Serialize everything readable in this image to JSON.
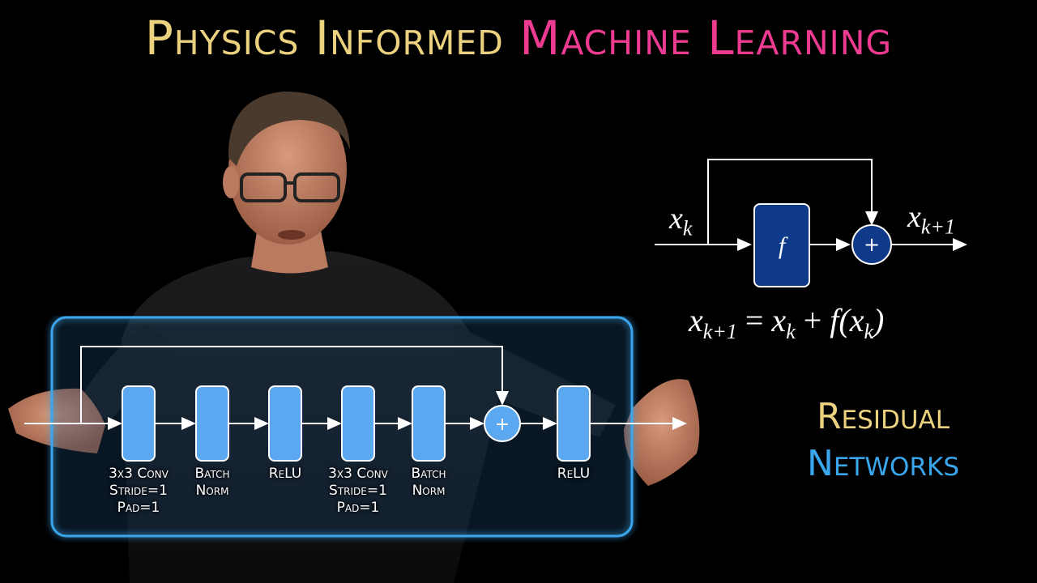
{
  "title": {
    "part1": "Physics Informed",
    "part2": "Machine Learning"
  },
  "colors": {
    "title_gold": "#ecd27f",
    "title_pink": "#ee3b92",
    "box_blue": "#5ba7f0",
    "frame_blue": "#3aa6ee",
    "navy_block": "#0f3a8a"
  },
  "residual_block": {
    "input_label": "x",
    "input_sub": "k",
    "output_label": "x",
    "output_sub": "k+1",
    "block_label": "f",
    "sum_symbol": "+",
    "equation": {
      "lhs": "x",
      "lhs_sub": "k+1",
      "op": " = ",
      "t1": "x",
      "t1_sub": "k",
      "plus": " + ",
      "fn": "f(x",
      "fn_sub": "k",
      "close": ")"
    }
  },
  "topic": {
    "line1": "Residual",
    "line2": "Networks"
  },
  "resnet": {
    "sum_symbol": "+",
    "blocks": [
      {
        "lines": [
          "3x3 Conv",
          "Stride=1",
          "Pad=1"
        ]
      },
      {
        "lines": [
          "Batch",
          "Norm"
        ]
      },
      {
        "lines": [
          "ReLU"
        ]
      },
      {
        "lines": [
          "3x3 Conv",
          "Stride=1",
          "Pad=1"
        ]
      },
      {
        "lines": [
          "Batch",
          "Norm"
        ]
      },
      {
        "lines": [
          "ReLU"
        ]
      }
    ]
  }
}
